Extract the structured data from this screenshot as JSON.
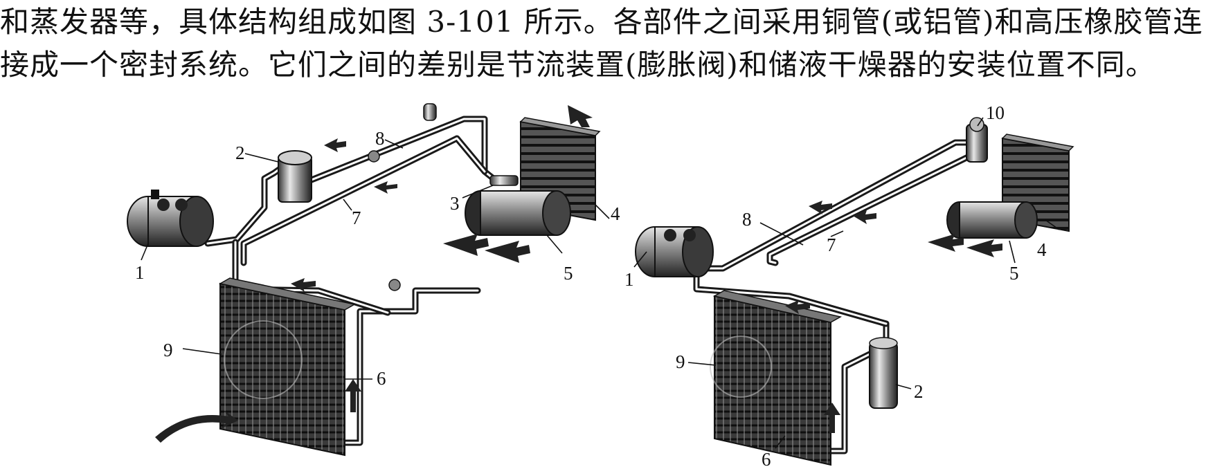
{
  "text": {
    "line1": "和蒸发器等，具体结构组成如图 3-101 所示。各部件之间采用铜管(或铝管)和高压橡胶管连",
    "line2": "接成一个密封系统。它们之间的差别是节流装置(膨胀阀)和储液干燥器的安装位置不同。"
  },
  "left_diagram": {
    "labels": [
      "1",
      "2",
      "3",
      "4",
      "5",
      "6",
      "7",
      "8",
      "9"
    ]
  },
  "right_diagram": {
    "labels": [
      "1",
      "2",
      "4",
      "5",
      "6",
      "7",
      "8",
      "9",
      "10"
    ]
  },
  "colors": {
    "ink": "#111111",
    "metal_dark": "#2b2b2b",
    "metal_mid": "#7a7a7a",
    "metal_light": "#d8d8d8"
  }
}
